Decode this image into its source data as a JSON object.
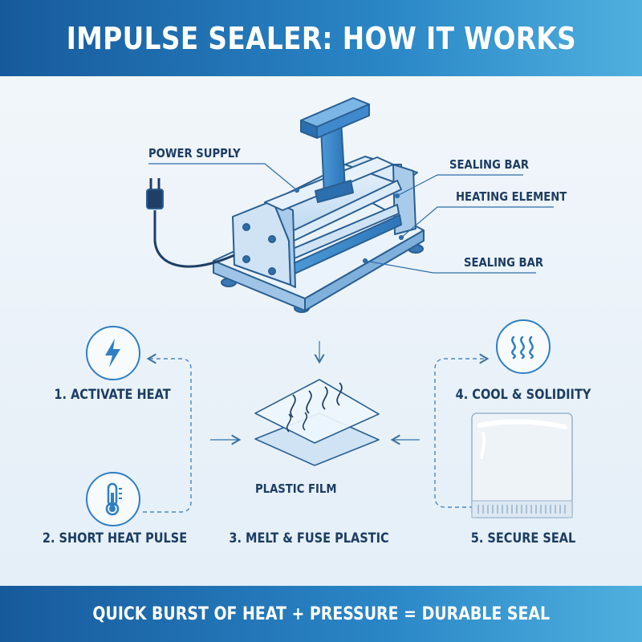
{
  "header": {
    "title": "IMPULSE SEALER: HOW IT WORKS"
  },
  "machine": {
    "labels": {
      "power_supply": "POWER SUPPLY",
      "sealing_bar_top": "SEALING BAR",
      "heating_element": "HEATING ELEMENT",
      "sealing_bar_bottom": "SEALING BAR"
    }
  },
  "steps": [
    {
      "label": "1. ACTIVATE HEAT",
      "icon": "lightning-bolt-icon"
    },
    {
      "label": "2. SHORT HEAT PULSE",
      "icon": "thermometer-icon"
    },
    {
      "label": "3. MELT & FUSE PLASTIC",
      "icon": "plastic-film-icon"
    },
    {
      "label": "4. COOL & SOLIDIITY",
      "icon": "cooling-waves-icon"
    },
    {
      "label": "5. SECURE SEAL",
      "icon": "sealed-bag-icon"
    }
  ],
  "film": {
    "label": "PLASTIC FILM"
  },
  "footer": {
    "tagline": "QUICK BURST OF HEAT + PRESSURE = DURABLE SEAL"
  },
  "colors": {
    "header_bg": "#1f6fb3",
    "accent": "#2f7fc4",
    "text": "#1d3d63",
    "machine_fill": "#cfe3f5"
  }
}
